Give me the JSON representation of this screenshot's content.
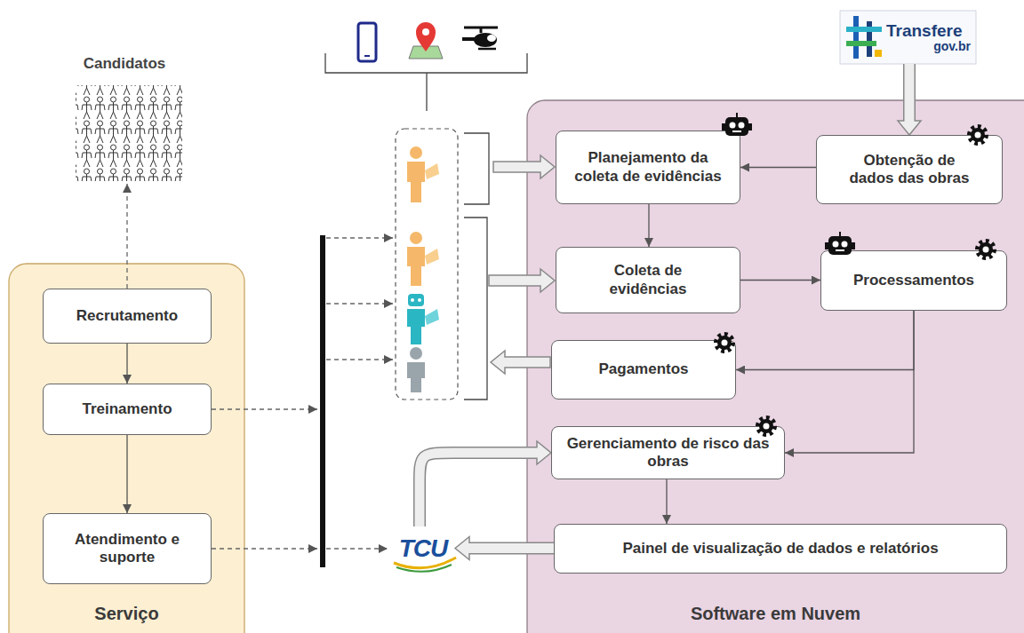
{
  "diagram": {
    "nodes": [
      {
        "text": [
          "Candidatos"
        ]
      },
      {
        "text": [
          "Transfere",
          "gov.br"
        ]
      },
      {
        "text": [
          "Serviço"
        ]
      },
      {
        "text": [
          "Recrutamento"
        ],
        "in": 2
      },
      {
        "text": [
          "Treinamento"
        ],
        "in": 2
      },
      {
        "text": [
          "Atendimento e suporte"
        ],
        "in": 2
      },
      {
        "text": [
          "TCU"
        ]
      },
      {
        "text": [
          "Software em Nuvem"
        ]
      },
      {
        "text": [
          "Planejamento da coleta de evidências"
        ],
        "in": 7
      },
      {
        "text": [
          "Obtenção de dados das obras"
        ],
        "in": 7
      },
      {
        "text": [
          "Coleta de evidências"
        ],
        "in": 7
      },
      {
        "text": [
          "Processamentos"
        ],
        "in": 7
      },
      {
        "text": [
          "Pagamentos"
        ],
        "in": 7
      },
      {
        "text": [
          "Gerenciamento de risco das obras"
        ],
        "in": 7
      },
      {
        "text": [
          "Painel de visualização de dados e relatórios"
        ],
        "in": 7
      }
    ],
    "edges": [
      {
        "from": 3,
        "to": 0,
        "arrow": "to"
      },
      {
        "from": 3,
        "to": 4,
        "arrow": "to"
      },
      {
        "from": 4,
        "to": 5,
        "arrow": "to"
      },
      {
        "from": 9,
        "to": 8,
        "arrow": "to"
      },
      {
        "from": 8,
        "to": 10,
        "arrow": "to"
      },
      {
        "from": 10,
        "to": 11,
        "arrow": "to"
      },
      {
        "from": 11,
        "to": 12,
        "arrow": "to"
      },
      {
        "from": 11,
        "to": 13,
        "arrow": "to"
      },
      {
        "from": 13,
        "to": 14,
        "arrow": "to"
      },
      {
        "from": 1,
        "to": 9,
        "arrow": "to"
      },
      {
        "from": 14,
        "to": 6,
        "arrow": "to"
      },
      {
        "from": 6,
        "to": 13,
        "arrow": "to"
      }
    ]
  }
}
